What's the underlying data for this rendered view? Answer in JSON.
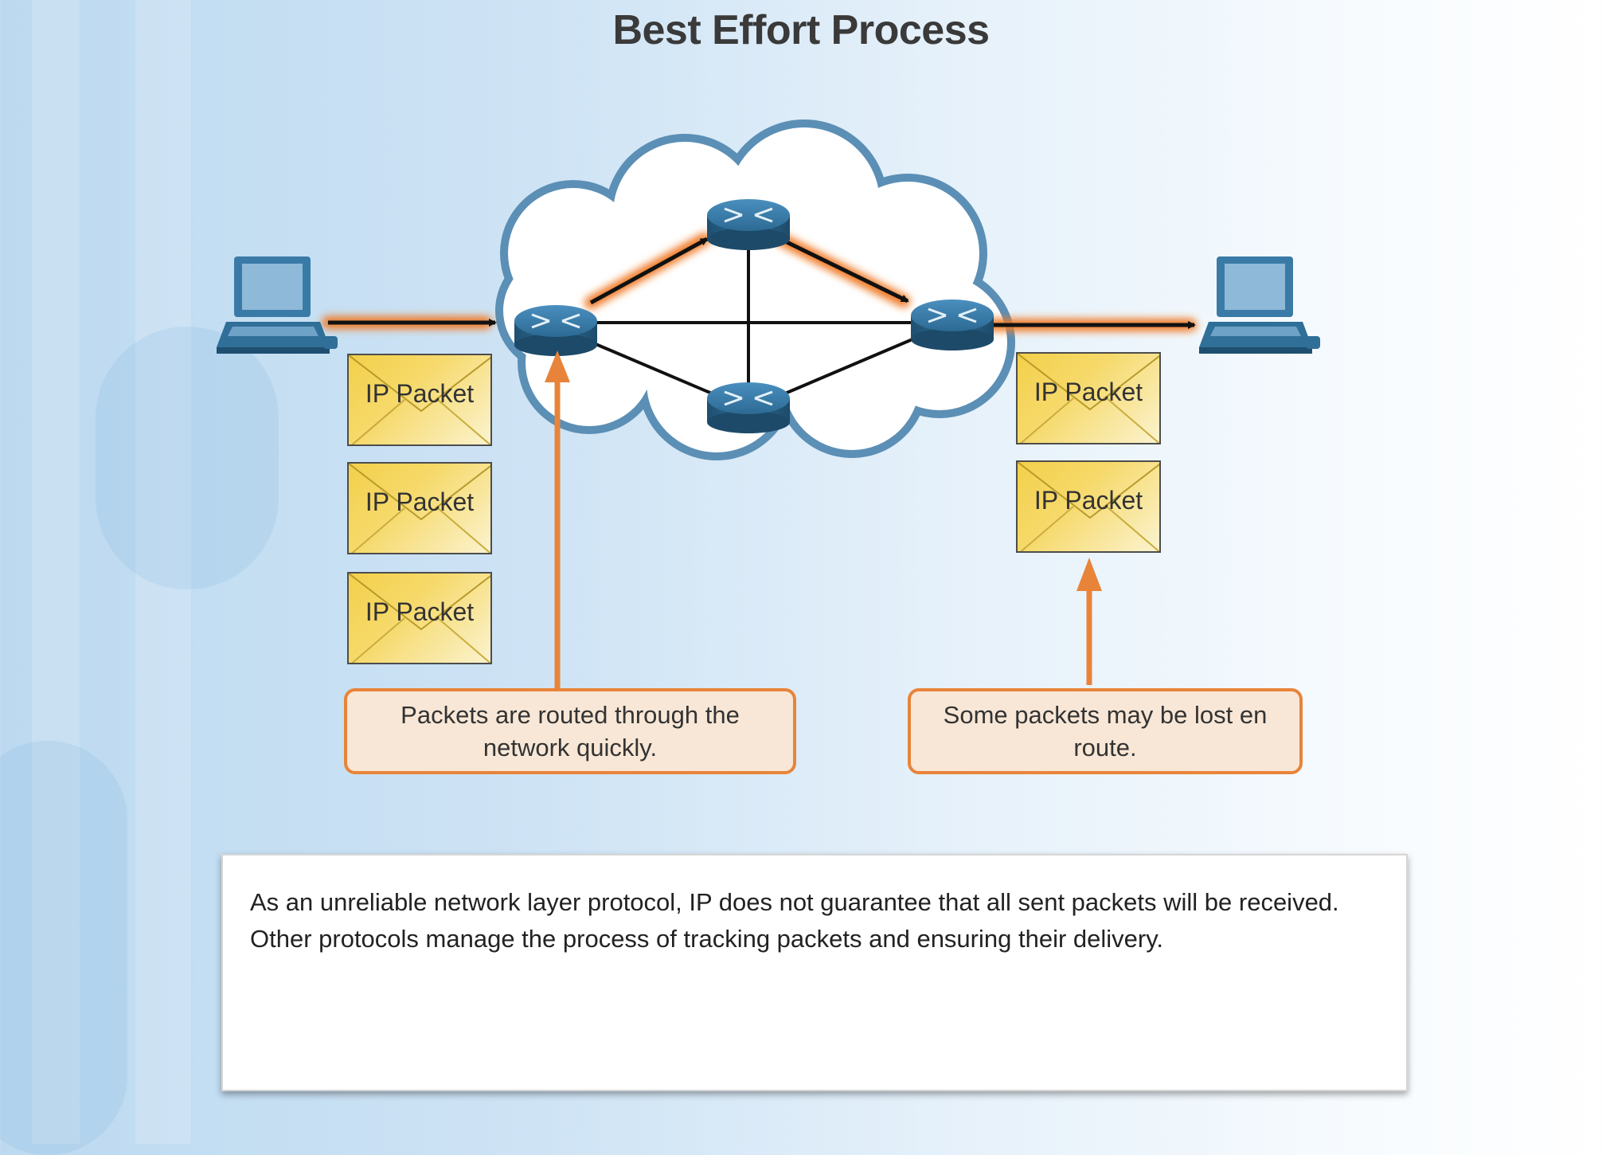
{
  "title": "Best Effort Process",
  "packets": {
    "left": [
      "IP Packet",
      "IP Packet",
      "IP Packet"
    ],
    "right": [
      "IP Packet",
      "IP Packet"
    ]
  },
  "callouts": {
    "routed": "Packets are routed through the network quickly.",
    "lost": "Some packets may be lost en route."
  },
  "description": "As an unreliable network layer protocol, IP does not guarantee that all sent packets will be received. Other protocols manage the process of tracking packets and ensuring their delivery.",
  "colors": {
    "accent": "#e8843a",
    "callout_fill": "#f8e7d6",
    "packet_yellow": "#f3d04a",
    "device_blue": "#2f6f98"
  },
  "icons": [
    "laptop-icon",
    "router-icon",
    "cloud-icon",
    "envelope-icon"
  ]
}
